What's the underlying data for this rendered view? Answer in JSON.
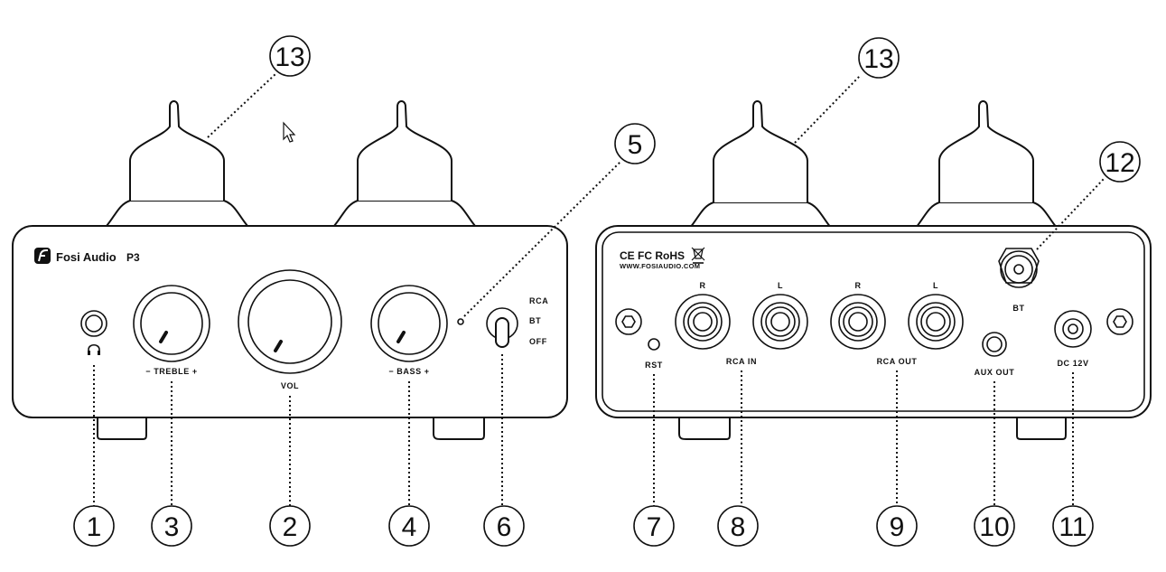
{
  "front_panel": {
    "brand": "Fosi Audio",
    "model": "P3",
    "treble_label": "−  TREBLE  +",
    "vol_label": "VOL",
    "bass_label": "−  BASS  +",
    "switch_positions": [
      "RCA",
      "BT",
      "OFF"
    ]
  },
  "rear_panel": {
    "certifications": "CE FC RoHS",
    "website": "WWW.FOSIAUDIO.COM",
    "rca_in_channels": [
      "R",
      "L"
    ],
    "rca_out_channels": [
      "R",
      "L"
    ],
    "rst_label": "RST",
    "rca_in_label": "RCA IN",
    "rca_out_label": "RCA OUT",
    "aux_out_label": "AUX OUT",
    "bt_label": "BT",
    "dc_label": "DC  12V"
  },
  "callouts": [
    "1",
    "2",
    "3",
    "4",
    "5",
    "6",
    "7",
    "8",
    "9",
    "10",
    "11",
    "12",
    "13",
    "13"
  ],
  "icons": {
    "headphone": "headphone-icon",
    "brand_logo": "fosi-logo-icon",
    "weee": "weee-bin-icon",
    "cursor": "mouse-cursor-icon"
  }
}
